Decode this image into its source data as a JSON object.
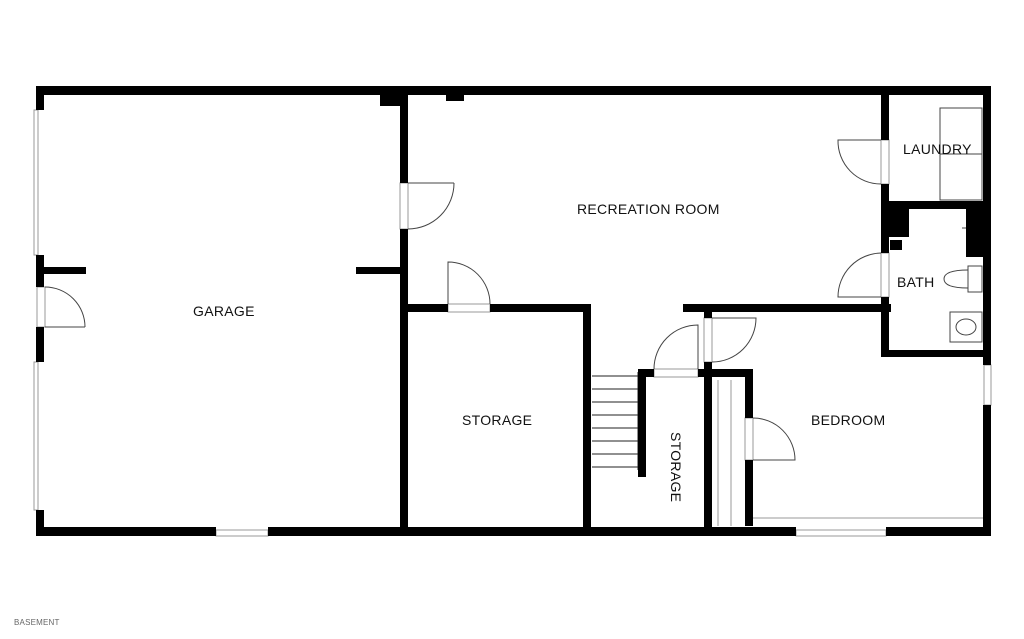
{
  "floor_plan": {
    "floor_name": "BASEMENT",
    "rooms": {
      "garage": "GARAGE",
      "recreation_room": "RECREATION ROOM",
      "laundry": "LAUNDRY",
      "bath": "BATH",
      "storage_main": "STORAGE",
      "storage_stair": "STORAGE",
      "bedroom": "BEDROOM"
    }
  }
}
